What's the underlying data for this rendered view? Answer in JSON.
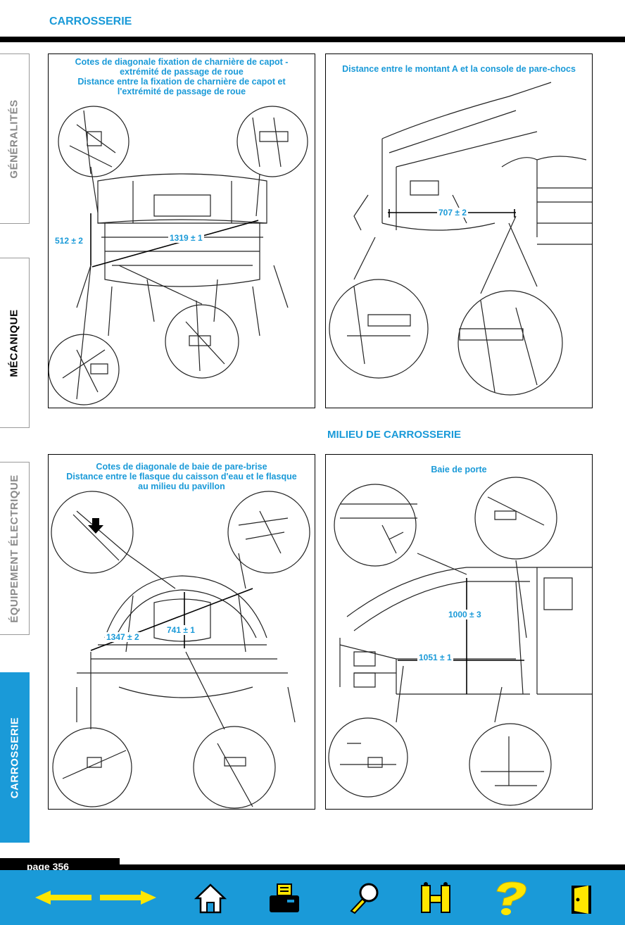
{
  "header": {
    "title": "CARROSSERIE"
  },
  "tabs": [
    {
      "label": "GÉNÉRALITÉS"
    },
    {
      "label": "MÉCANIQUE"
    },
    {
      "label": "ÉQUIPEMENT ÉLECTRIQUE"
    },
    {
      "label": "CARROSSERIE"
    }
  ],
  "panels": [
    {
      "title_lines": [
        "Cotes de diagonale fixation de charnière de capot -",
        "extrémité de passage de roue",
        "Distance entre la fixation de charnière de capot et",
        "l'extrémité de passage de roue"
      ],
      "dimensions": [
        "512 ± 2",
        "1319 ± 1"
      ]
    },
    {
      "title_lines": [
        "Distance entre le montant A et la console de pare-chocs"
      ],
      "dimensions": [
        "707 ± 2"
      ]
    },
    {
      "title_lines": [
        "Cotes de diagonale de baie de pare-brise",
        "Distance entre le flasque du caisson d'eau et le flasque",
        "au milieu du pavillon"
      ],
      "dimensions": [
        "1347 ± 2",
        "741 ± 1"
      ]
    },
    {
      "title_lines": [
        "Baie de porte"
      ],
      "dimensions": [
        "1000 ± 3",
        "1051 ± 1"
      ]
    }
  ],
  "section": {
    "title": "MILIEU DE CARROSSERIE"
  },
  "footer": {
    "page_label": "page 356",
    "colors": {
      "accent": "#1a9ad8",
      "arrow": "#ffe600",
      "dark": "#000000"
    },
    "icons": [
      "arrow-left-icon",
      "arrow-right-icon",
      "home-icon",
      "print-icon",
      "search-icon",
      "index-icon",
      "help-icon",
      "exit-door-icon"
    ]
  }
}
